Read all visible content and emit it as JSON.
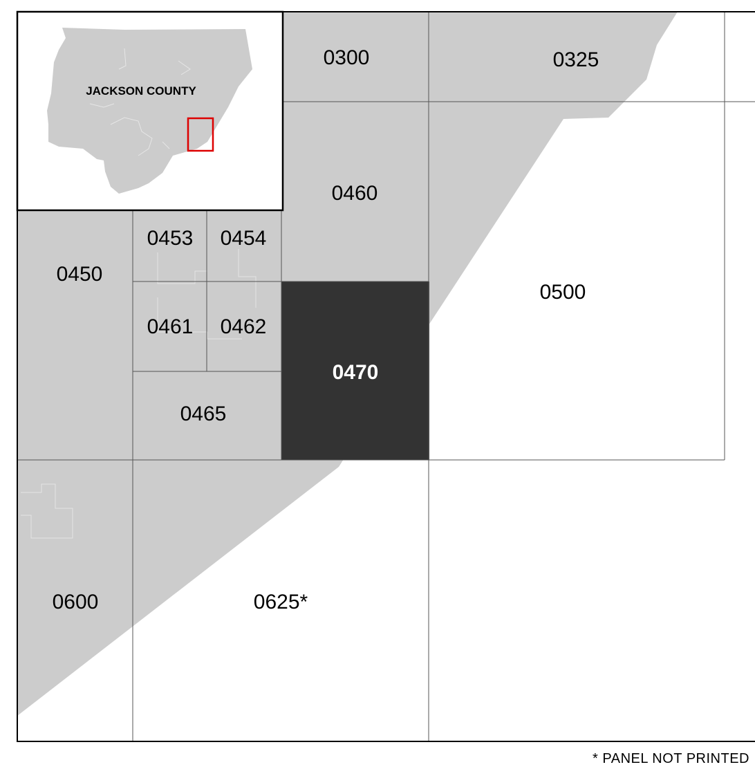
{
  "inset": {
    "county_label": "JACKSON COUNTY"
  },
  "panels": [
    {
      "id": "0300",
      "label": "0300"
    },
    {
      "id": "0325",
      "label": "0325"
    },
    {
      "id": "0460",
      "label": "0460"
    },
    {
      "id": "0450",
      "label": "0450"
    },
    {
      "id": "0453",
      "label": "0453"
    },
    {
      "id": "0454",
      "label": "0454"
    },
    {
      "id": "0461",
      "label": "0461"
    },
    {
      "id": "0462",
      "label": "0462"
    },
    {
      "id": "0465",
      "label": "0465"
    },
    {
      "id": "0470",
      "label": "0470",
      "selected": true
    },
    {
      "id": "0500",
      "label": "0500"
    },
    {
      "id": "0600",
      "label": "0600"
    },
    {
      "id": "0625",
      "label": "0625*"
    }
  ],
  "footnote": "* PANEL NOT PRINTED",
  "colors": {
    "county_fill": "#cccccc",
    "selected_panel": "#333333",
    "inset_highlight": "#dd0000",
    "grid_line": "#555555",
    "border": "#000000"
  }
}
